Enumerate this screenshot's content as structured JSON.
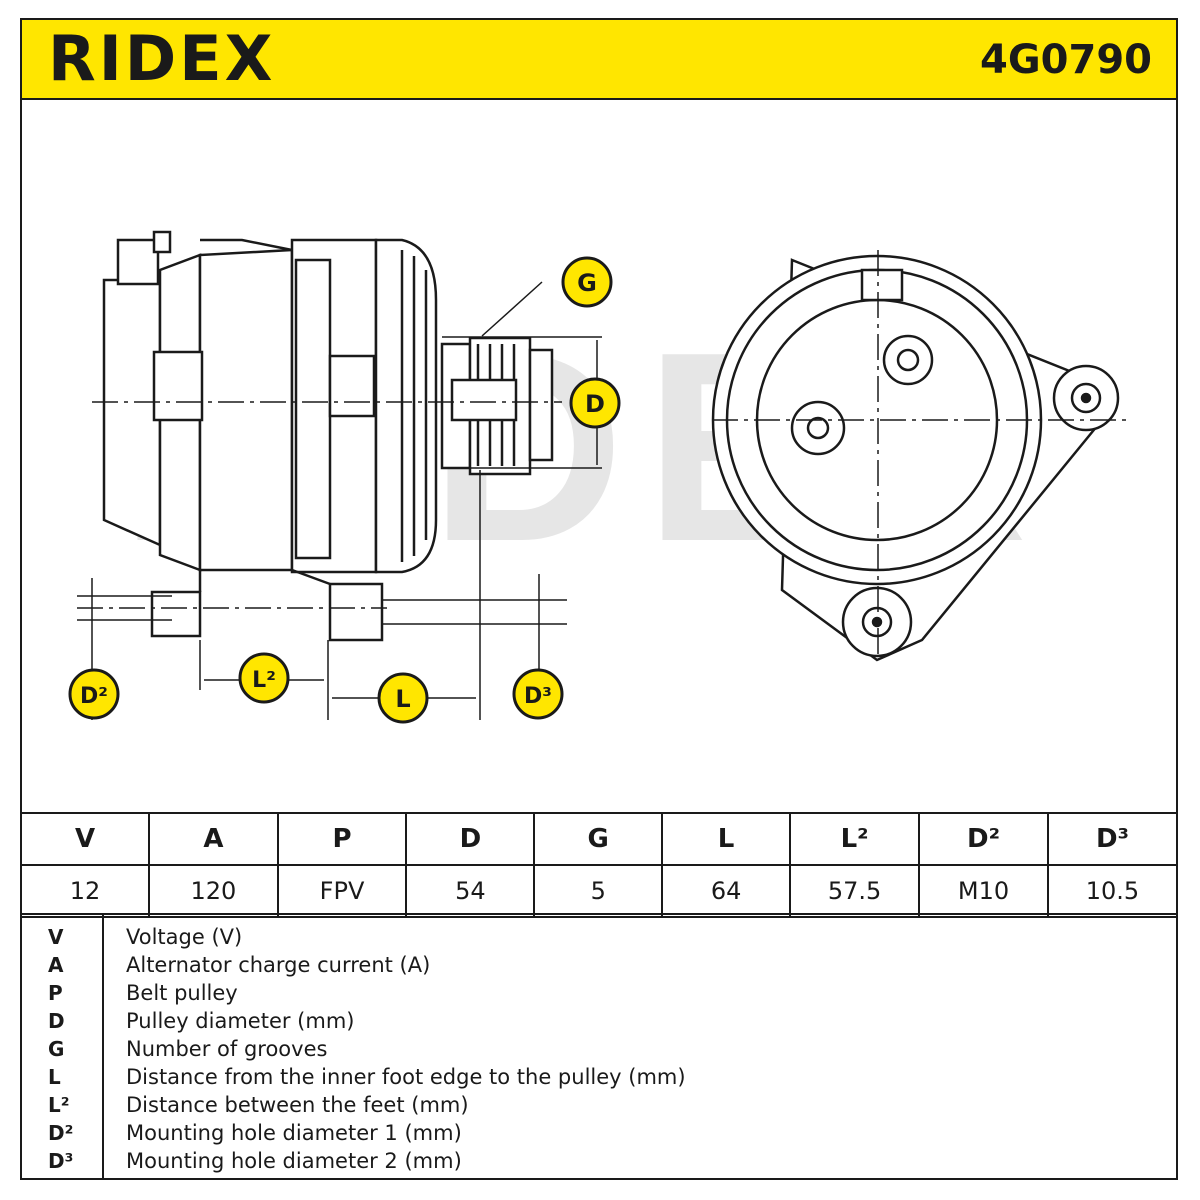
{
  "header": {
    "brand": "RIDEX",
    "part_number": "4G0790"
  },
  "diagram": {
    "watermark": "RIDEX",
    "labels": {
      "G": "G",
      "D": "D",
      "L": "L",
      "L2": "L²",
      "D2": "D²",
      "D3": "D³"
    }
  },
  "specs": {
    "columns": [
      "V",
      "A",
      "P",
      "D",
      "G",
      "L",
      "L²",
      "D²",
      "D³"
    ],
    "values": [
      "12",
      "120",
      "FPV",
      "54",
      "5",
      "64",
      "57.5",
      "M10",
      "10.5"
    ]
  },
  "legend": [
    {
      "symbol": "V",
      "text": "Voltage (V)"
    },
    {
      "symbol": "A",
      "text": "Alternator charge current (A)"
    },
    {
      "symbol": "P",
      "text": "Belt pulley"
    },
    {
      "symbol": "D",
      "text": "Pulley diameter (mm)"
    },
    {
      "symbol": "G",
      "text": "Number of grooves"
    },
    {
      "symbol": "L",
      "text": "Distance from the inner foot edge to the pulley (mm)"
    },
    {
      "symbol": "L²",
      "text": "Distance between the feet (mm)"
    },
    {
      "symbol": "D²",
      "text": "Mounting hole diameter 1 (mm)"
    },
    {
      "symbol": "D³",
      "text": "Mounting hole diameter 2 (mm)"
    }
  ],
  "colors": {
    "accent": "#ffe600",
    "ink": "#1a1a1a",
    "watermark": "#e6e6e6"
  }
}
